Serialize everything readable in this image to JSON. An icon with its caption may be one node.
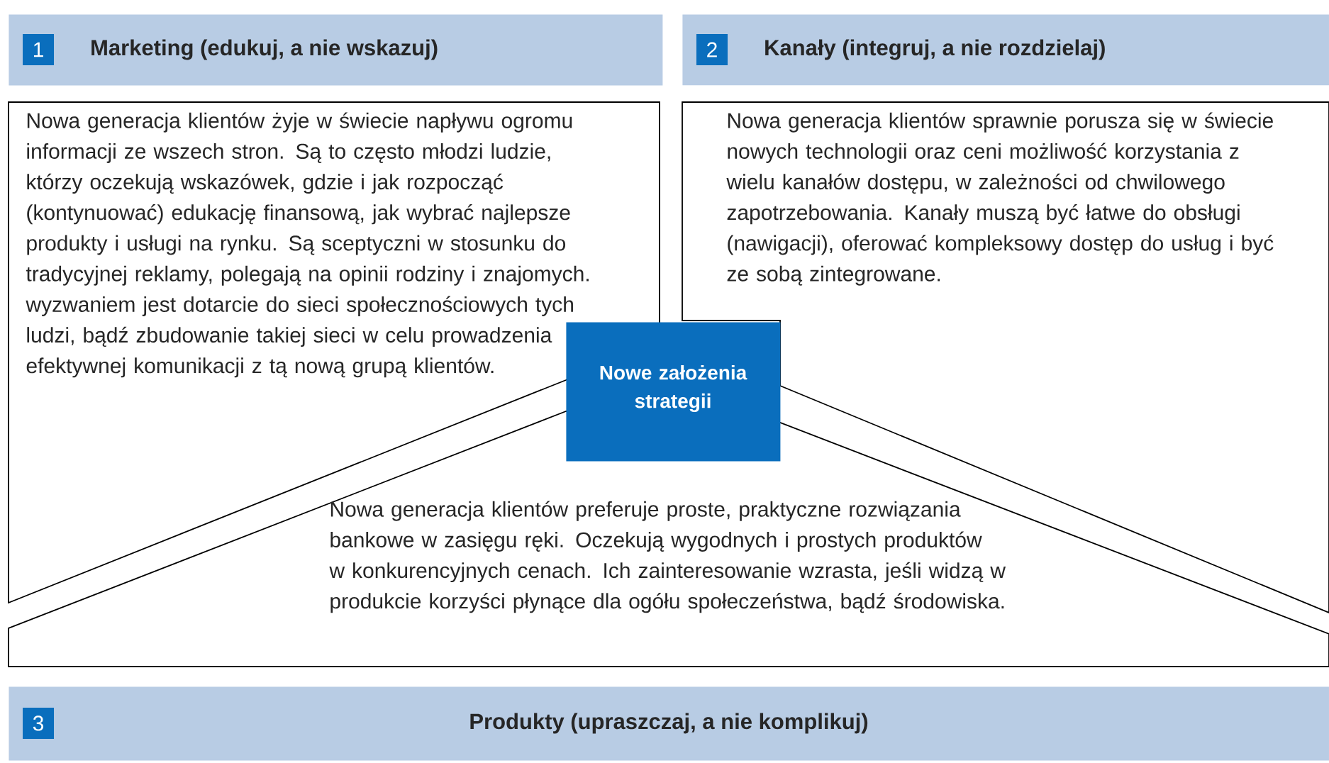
{
  "diagram": {
    "nodes": [
      {
        "text": [
          "1",
          "Marketing (edukuj, a nie wskazuj)"
        ]
      },
      {
        "text": [
          "2",
          "Kanały (integruj, a nie rozdzielaj)"
        ]
      },
      {
        "text": [
          "Nowa generacja klientów żyje w świecie napływu ogromu informacji ze wszech stron. Są to często młodzi ludzie, którzy oczekują wskazówek, gdzie i jak rozpocząć (kontynuować) edukację finansową, jak wybrać najlepsze produkty i usługi na rynku. Są sceptyczni w stosunku do tradycyjnej reklamy, polegają na opinii rodziny i znajomych. wyzwaniem jest dotarcie do sieci społecznościowych tych ludzi, bądź zbudowanie takiej sieci w celu prowadzenia efektywnej komunikacji z tą nową grupą klientów."
        ]
      },
      {
        "text": [
          "Nowa generacja klientów sprawnie porusza się w świecie nowych technologii oraz ceni możliwość korzystania z wielu kanałów dostępu, w zależności od chwilowego zapotrzebowania. Kanały muszą być łatwe do obsługi (nawigacji), oferować kompleksowy dostęp do usług i być ze sobą zintegrowane."
        ]
      },
      {
        "text": [
          "Nowe założenia strategii"
        ]
      },
      {
        "text": [
          "Nowa generacja klientów preferuje proste, praktyczne rozwiązania bankowe w zasięgu ręki. Oczekują wygodnych i prostych produktów w konkurencyjnych cenach. Ich zainteresowanie wzrasta, jeśli widzą w produkcie korzyści płynące dla ogółu społeczeństwa, bądź środowiska."
        ]
      },
      {
        "text": [
          "3",
          "Produkty (upraszczaj, a nie komplikuj)"
        ]
      }
    ]
  }
}
